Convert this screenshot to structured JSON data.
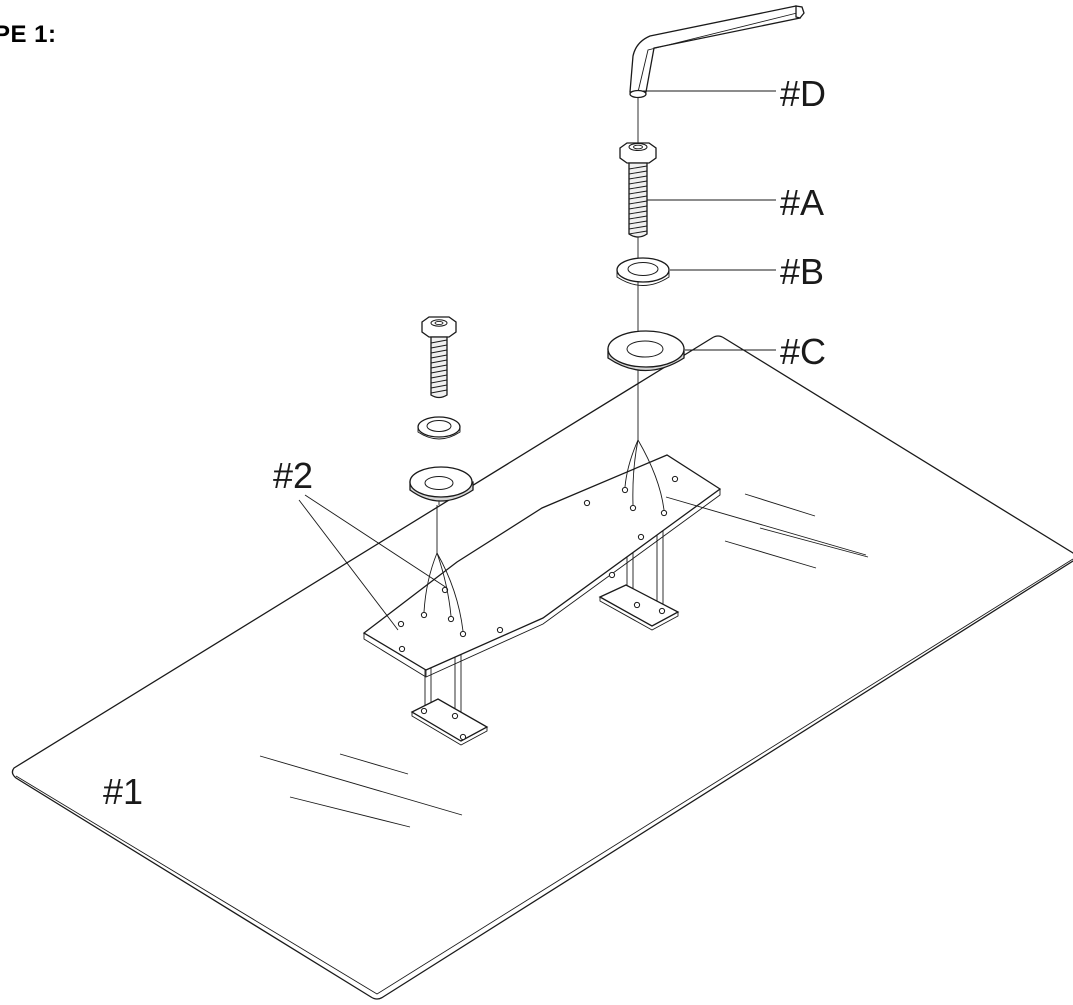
{
  "step": {
    "title": "PE 1:"
  },
  "parts": {
    "top_panel": "#1",
    "bracket": "#2",
    "bolt": "#A",
    "spring_washer": "#B",
    "flat_washer": "#C",
    "hex_key": "#D"
  },
  "colors": {
    "line": "#1a1a1a",
    "background": "#ffffff"
  }
}
